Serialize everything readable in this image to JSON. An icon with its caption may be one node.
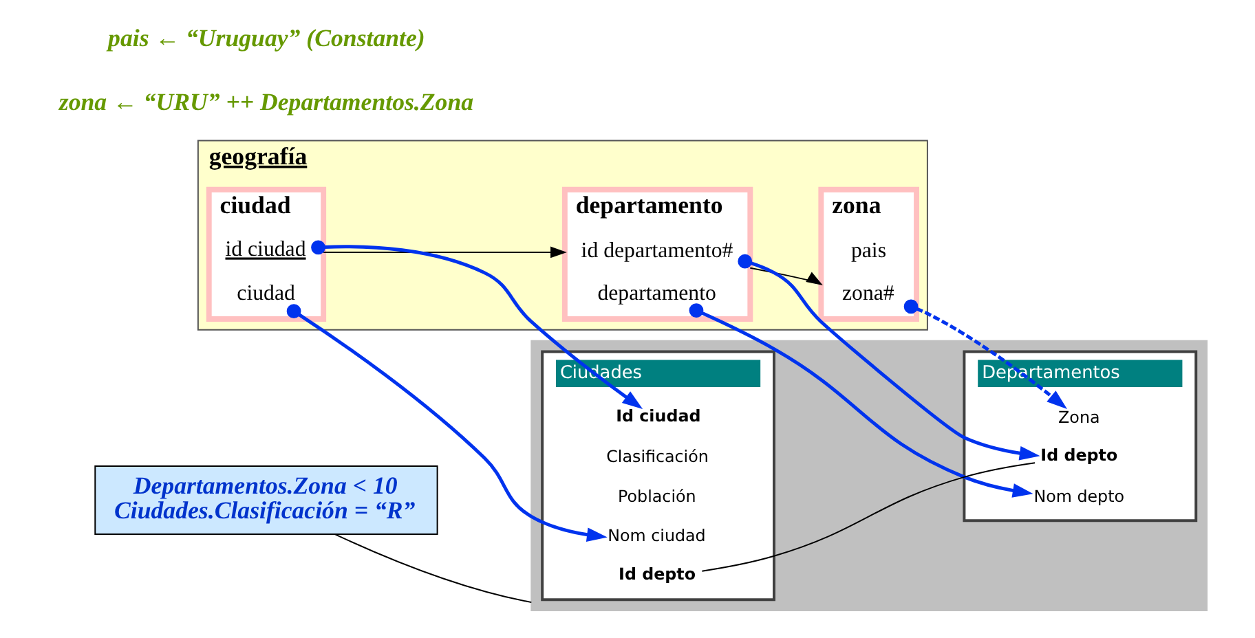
{
  "diagram": {
    "nodes": [
      {
        "text": [
          "geografía"
        ]
      },
      {
        "text": [
          "zona"
        ],
        "in": 0
      },
      {
        "text": [
          "zona#"
        ],
        "in": 1
      },
      {
        "text": [
          "pais"
        ],
        "in": 1
      },
      {
        "text": [
          "departamento"
        ],
        "in": 0
      },
      {
        "text": [
          "id departamento#"
        ],
        "in": 4
      },
      {
        "text": [
          "departamento"
        ],
        "in": 4
      },
      {
        "text": [
          "ciudad"
        ],
        "in": 0
      },
      {
        "text": [
          "id ciudad"
        ],
        "in": 7
      },
      {
        "text": [
          "ciudad"
        ],
        "in": 7
      },
      {
        "text": [],
        "shape": "box"
      },
      {
        "text": [
          "Departamentos"
        ],
        "in": 10
      },
      {
        "text": [
          "Id depto"
        ],
        "in": 11
      },
      {
        "text": [
          "Nom depto"
        ],
        "in": 11
      },
      {
        "text": [
          "Zona"
        ],
        "in": 11
      },
      {
        "text": [
          "Ciudades"
        ],
        "in": 10
      },
      {
        "text": [
          "Id depto"
        ],
        "in": 15
      },
      {
        "text": [
          "Id ciudad"
        ],
        "in": 15
      },
      {
        "text": [
          "Nom ciudad"
        ],
        "in": 15
      },
      {
        "text": [
          "Población"
        ],
        "in": 15
      },
      {
        "text": [
          "Clasificación"
        ],
        "in": 15
      },
      {
        "text": [
          "Departamentos.Zona < 10",
          "Ciudades.Clasificación = “R”"
        ]
      }
    ],
    "edges": [
      {
        "from": 4,
        "to": 1,
        "arrow": "to",
        "color": "#000000"
      },
      {
        "from": 7,
        "to": 4,
        "arrow": "to",
        "color": "#000000"
      },
      {
        "from": 5,
        "to": 12,
        "arrow": "to"
      },
      {
        "from": 6,
        "to": 13,
        "arrow": "to"
      },
      {
        "from": 2,
        "to": 14,
        "arrow": "to",
        "style": "dashed"
      },
      {
        "from": 8,
        "to": 17,
        "arrow": "to"
      },
      {
        "from": 9,
        "to": 18,
        "arrow": "to"
      },
      {
        "from": 12,
        "to": 16,
        "arrow": "none",
        "color": "#000000"
      },
      {
        "from": 21,
        "to": 10,
        "arrow": "none",
        "color": "#000000"
      }
    ],
    "labels": [
      "pais ← “Uruguay” (Constante)",
      "zona ← “URU” ++ Departamentos.Zona"
    ]
  }
}
